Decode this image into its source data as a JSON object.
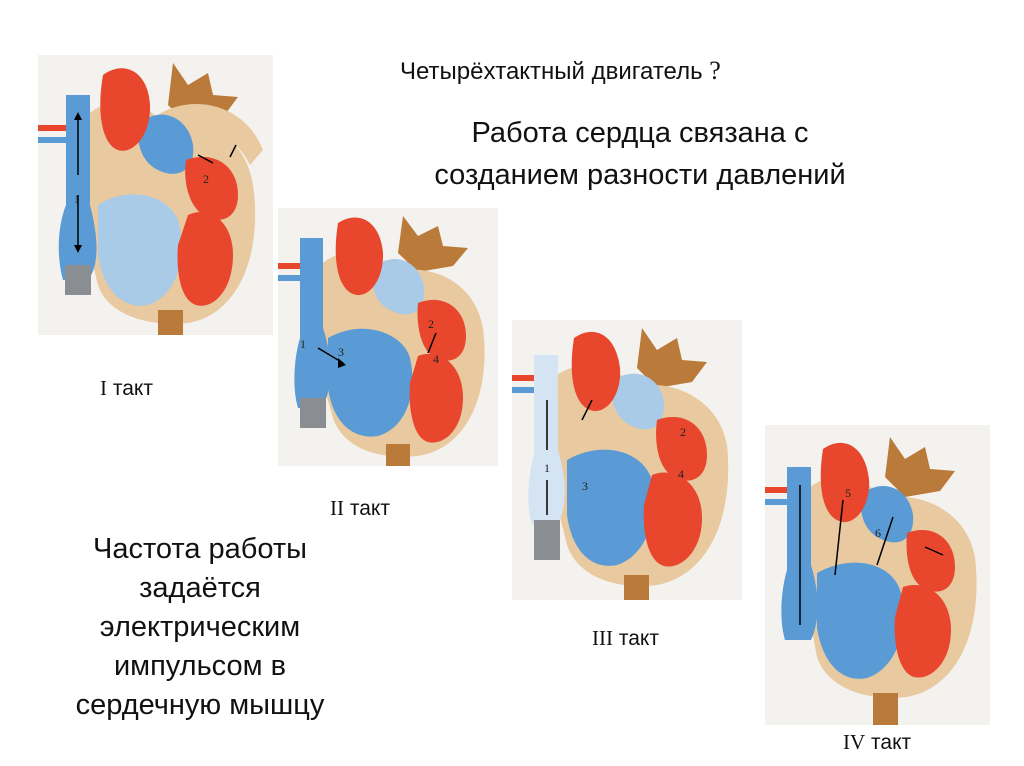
{
  "title": {
    "text": "Четырёхтактный двигатель",
    "mark": "?"
  },
  "subtitle": {
    "line1": "Работа сердца связана с",
    "line2": "созданием разности давлений"
  },
  "side_text": {
    "line1": "Частота работы",
    "line2": "задаётся",
    "line3": "электрическим",
    "line4": "импульсом в",
    "line5": "сердечную мышцу"
  },
  "strokes": [
    {
      "roman": "I",
      "word": "такт"
    },
    {
      "roman": "II",
      "word": "такт"
    },
    {
      "roman": "III",
      "word": "такт"
    },
    {
      "roman": "IV",
      "word": "такт"
    }
  ],
  "diagram_labels": {
    "h1": [
      "1",
      "2"
    ],
    "h2": [
      "1",
      "3",
      "2",
      "4"
    ],
    "h3": [
      "1",
      "3",
      "2",
      "4"
    ],
    "h4": [
      "5",
      "6"
    ]
  },
  "colors": {
    "blood_red": "#e8472e",
    "blood_blue": "#5b9bd5",
    "light_blue": "#a9cbe8",
    "wall": "#e8c9a0",
    "vessel_brown": "#b97a3a",
    "vein_grey": "#8a8e93"
  }
}
